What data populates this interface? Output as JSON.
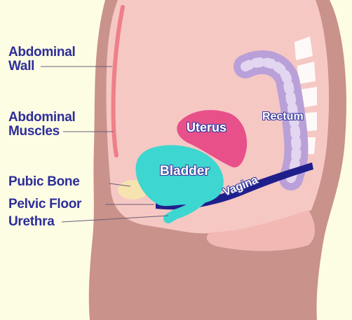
{
  "labels": {
    "abdominal_wall": [
      "Abdominal",
      "Wall"
    ],
    "abdominal_muscles": [
      "Abdominal",
      "Muscles"
    ],
    "pubic_bone": "Pubic Bone",
    "pelvic_floor": "Pelvic Floor",
    "urethra": "Urethra"
  },
  "organs": {
    "uterus": "Uterus",
    "rectum": "Rectum",
    "bladder": "Bladder",
    "vagina": "Vagina"
  },
  "colors": {
    "background": "#fdfde3",
    "body_outer": "#c9928a",
    "body_inner": "#f6c8c4",
    "abdominal_wall_line": "#ef7f8a",
    "bladder": "#3ed6d0",
    "uterus": "#e8508a",
    "rectum": "#b9a0d8",
    "vagina": "#1f1f8c",
    "pubic_bone": "#f6e3b0",
    "label_text": "#2d2d9a"
  }
}
